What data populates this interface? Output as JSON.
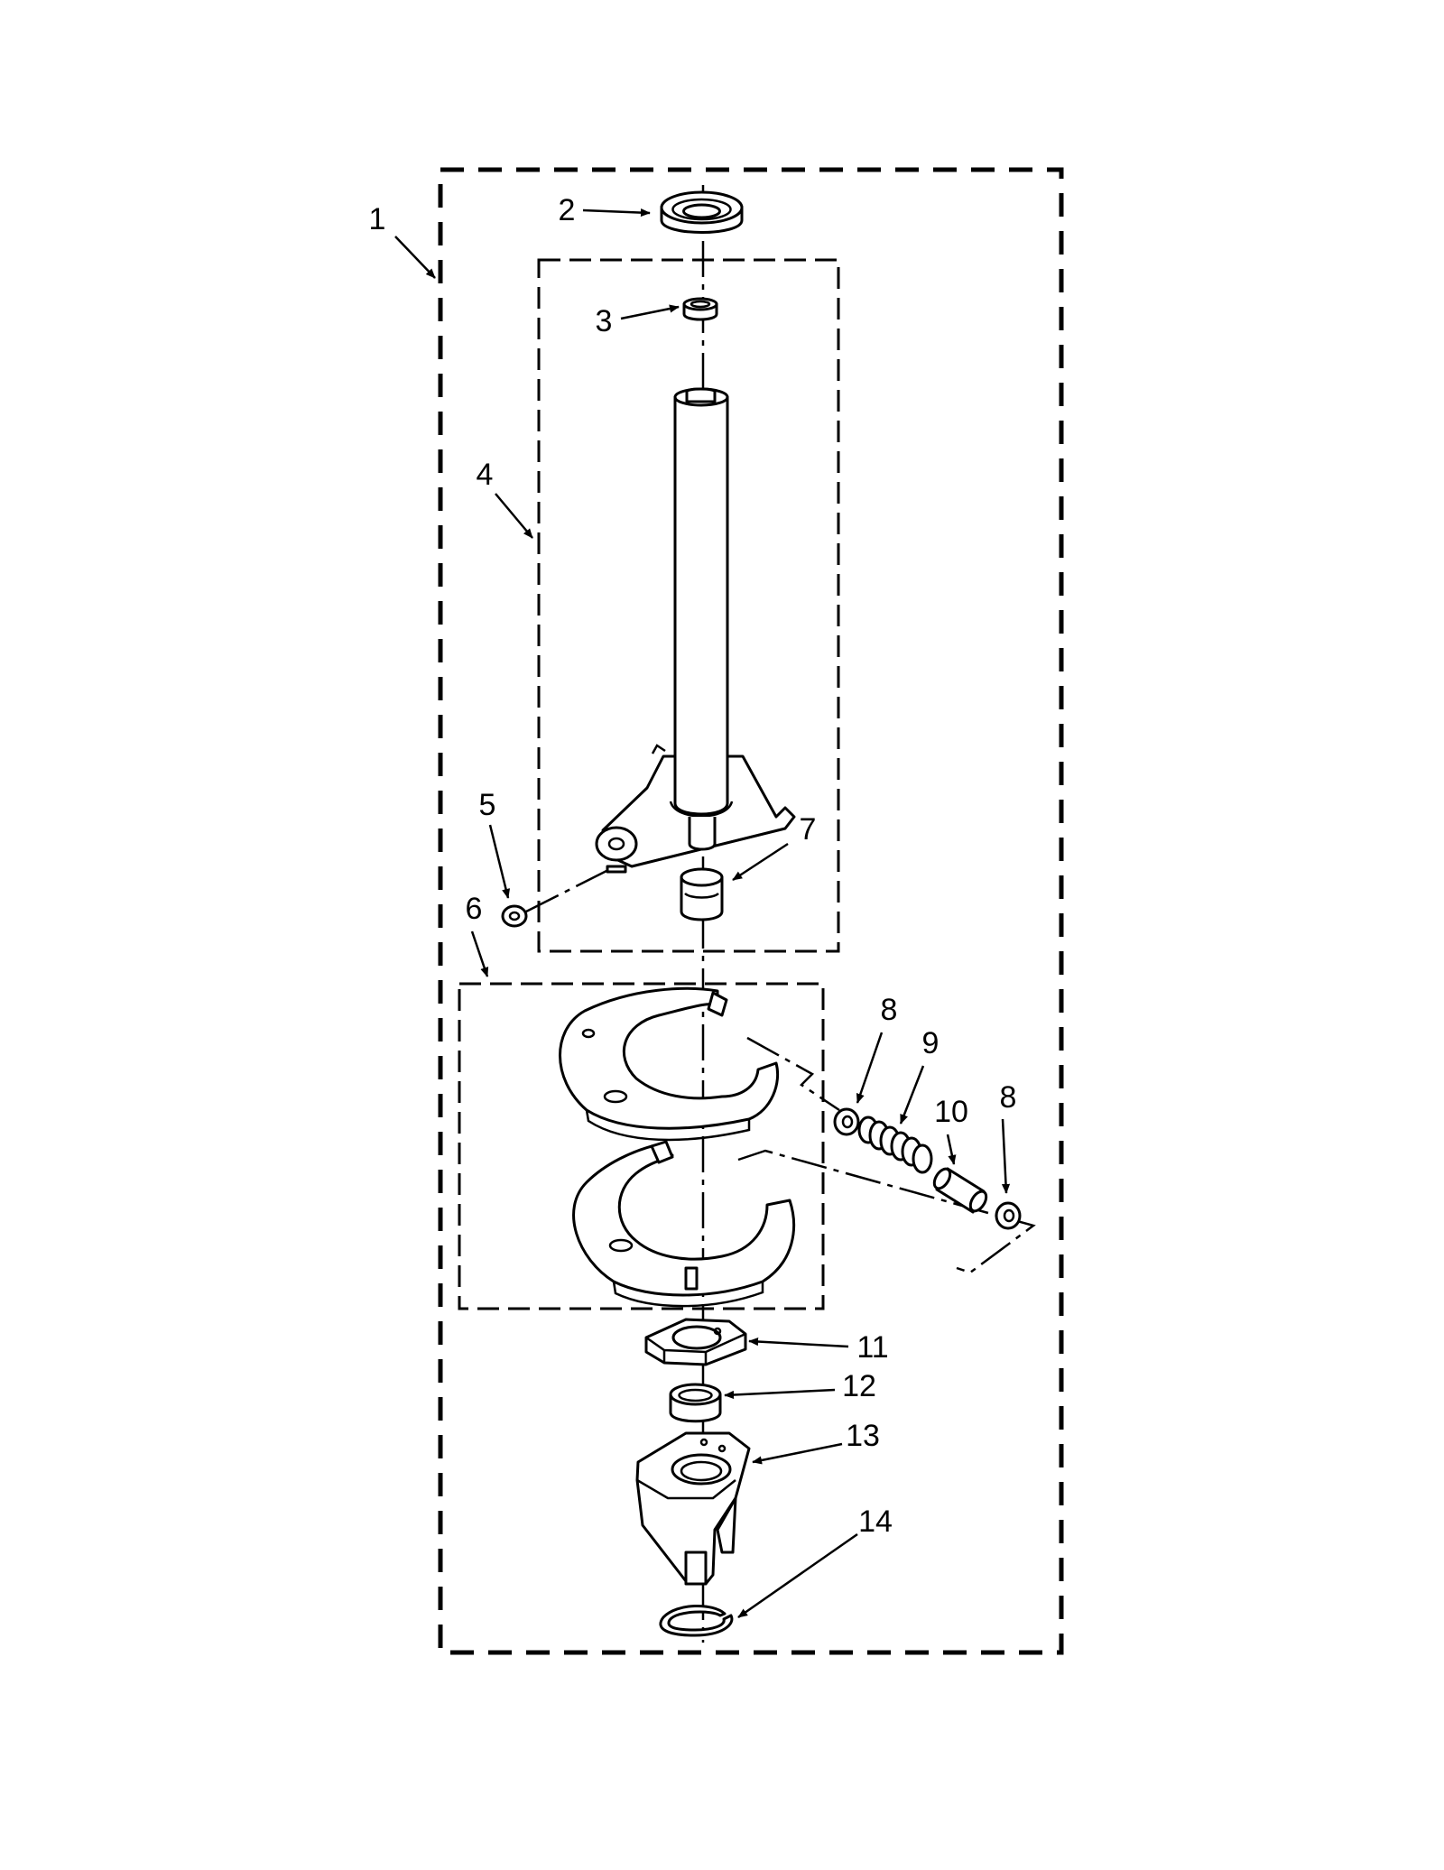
{
  "diagram": {
    "callouts": {
      "c1": "1",
      "c2": "2",
      "c3": "3",
      "c4": "4",
      "c5": "5",
      "c6": "6",
      "c7": "7",
      "c8a": "8",
      "c9": "9",
      "c10": "10",
      "c8b": "8",
      "c11": "11",
      "c12": "12",
      "c13": "13",
      "c14": "14"
    }
  }
}
